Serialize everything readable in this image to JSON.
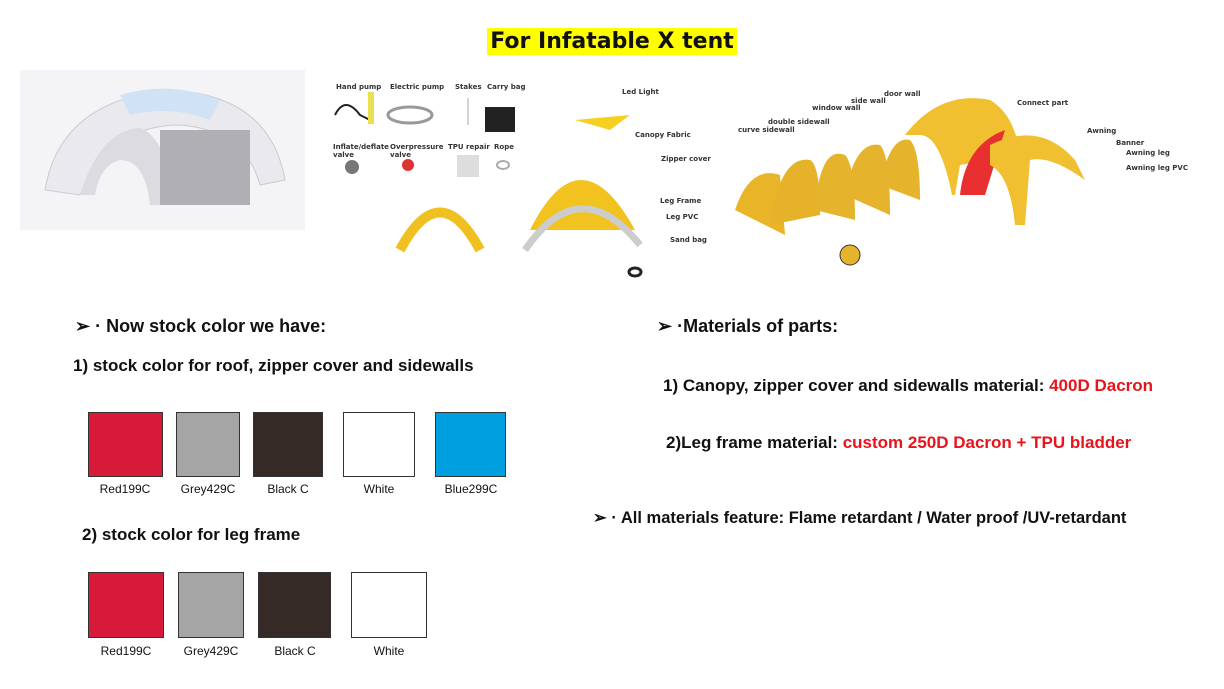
{
  "title": "For Infatable X tent",
  "left": {
    "heading_bullet": "➢",
    "heading": "· Now stock color we have:",
    "section1": "1) stock color for roof,  zipper cover and sidewalls",
    "row1": [
      {
        "label": "Red199C",
        "color": "#d71a3a"
      },
      {
        "label": "Grey429C",
        "color": "#a5a5a5"
      },
      {
        "label": "Black C",
        "color": "#352a25"
      },
      {
        "label": "White",
        "color": "#ffffff"
      },
      {
        "label": "Blue299C",
        "color": "#00a0e0"
      }
    ],
    "section2": "2) stock color for leg frame",
    "row2": [
      {
        "label": "Red199C",
        "color": "#d71a3a"
      },
      {
        "label": "Grey429C",
        "color": "#a5a5a5"
      },
      {
        "label": "Black C",
        "color": "#352a25"
      },
      {
        "label": "White",
        "color": "#ffffff"
      }
    ]
  },
  "right": {
    "heading_bullet": "➢",
    "heading": "·Materials of parts:",
    "m1_prefix": "1) Canopy, zipper cover and sidewalls material: ",
    "m1_value": "400D Dacron",
    "m2_prefix": "2)Leg frame material: ",
    "m2_value": "custom 250D Dacron + TPU bladder",
    "feature_bullet": "➢",
    "feature": "· All materials feature: Flame retardant / Water proof /UV-retardant"
  },
  "accessories": [
    "Hand pump",
    "Electric pump",
    "Stakes",
    "Carry bag",
    "Inflate/deflate valve",
    "Overpressure valve",
    "TPU repair",
    "Rope"
  ],
  "parts": [
    "Led Light",
    "Canopy Fabric",
    "Zipper cover",
    "Leg Frame",
    "Leg PVC",
    "Sand bag"
  ],
  "walls": [
    "curve sidewall",
    "double sidewall",
    "window wall",
    "side wall",
    "door wall",
    "Connect part",
    "Awning",
    "Banner",
    "Awning leg",
    "Awning leg PVC"
  ]
}
